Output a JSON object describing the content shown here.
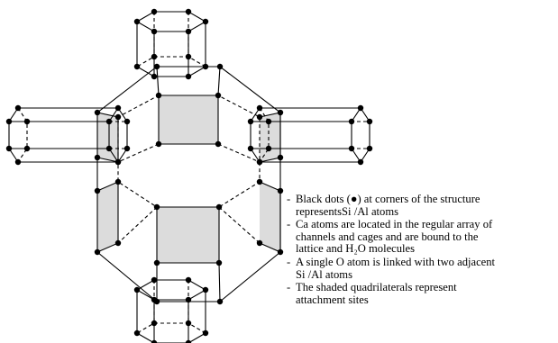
{
  "legend": {
    "items": [
      {
        "line1": "Black dots (●) at corners of the structure",
        "line2": "representsSi /Al atoms"
      },
      {
        "line1": "Ca atoms are located in the regular array of",
        "line2": "channels and cages and are bound to the",
        "line3": "lattice and H₂O molecules"
      },
      {
        "line1": "A single O atom is linked with two adjacent",
        "line2": "Si /Al  atoms"
      },
      {
        "line1": "The shaded quadrilaterals represent",
        "line2": "attachment sites"
      }
    ]
  },
  "style": {
    "shade_color": "#dcdcdc",
    "line_color": "#000000",
    "atom_color": "#000000"
  }
}
